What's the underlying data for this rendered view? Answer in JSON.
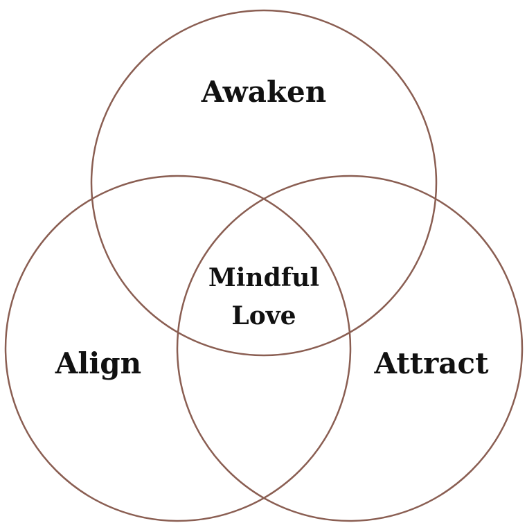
{
  "diagram": {
    "type": "venn",
    "circle_color": "#8a5e52",
    "text_color": "#111111",
    "sets": {
      "top": "Awaken",
      "left": "Align",
      "right": "Attract"
    },
    "intersection": {
      "line1": "Mindful",
      "line2": "Love"
    }
  }
}
